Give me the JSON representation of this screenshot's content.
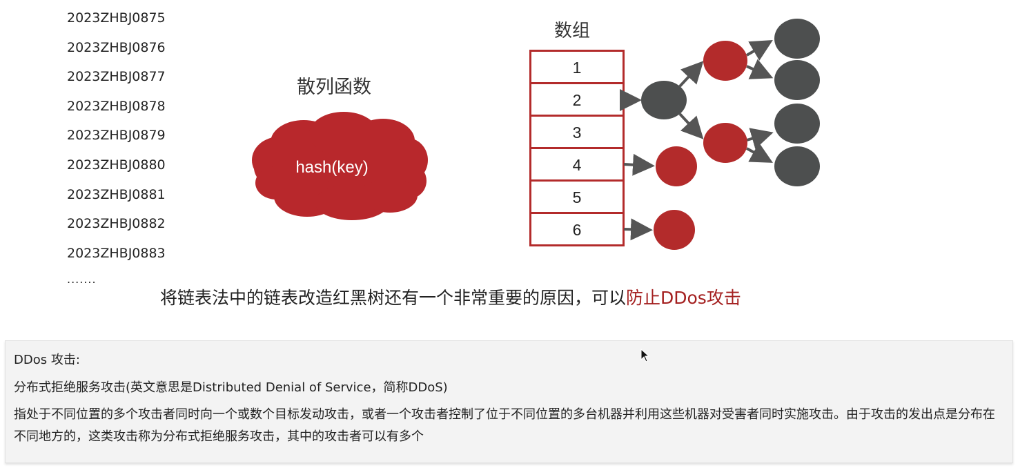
{
  "keys": [
    "2023ZHBJ0875",
    "2023ZHBJ0876",
    "2023ZHBJ0877",
    "2023ZHBJ0878",
    "2023ZHBJ0879",
    "2023ZHBJ0880",
    "2023ZHBJ0881",
    "2023ZHBJ0882",
    "2023ZHBJ0883"
  ],
  "keys_ellipsis": ".......",
  "hash_function": {
    "title": "散列函数",
    "label": "hash(key)",
    "color": "#b8282c"
  },
  "array": {
    "title": "数组",
    "cells": [
      "1",
      "2",
      "3",
      "4",
      "5",
      "6"
    ],
    "border_color": "#b32b2b"
  },
  "tree_colors": {
    "red_node": "#b32b2b",
    "black_node": "#4d4f4f",
    "arrow": "#555555"
  },
  "caption": {
    "text": "将链表法中的链表改造红黑树还有一个非常重要的原因，可以",
    "highlight": "防止DDos攻击",
    "highlight_color": "#a42020"
  },
  "info": {
    "title": "DDos 攻击:",
    "definition": "分布式拒绝服务攻击(英文意思是Distributed Denial of Service，简称DDoS)",
    "description": "指处于不同位置的多个攻击者同时向一个或数个目标发动攻击，或者一个攻击者控制了位于不同位置的多台机器并利用这些机器对受害者同时实施攻击。由于攻击的发出点是分布在不同地方的，这类攻击称为分布式拒绝服务攻击，其中的攻击者可以有多个"
  }
}
